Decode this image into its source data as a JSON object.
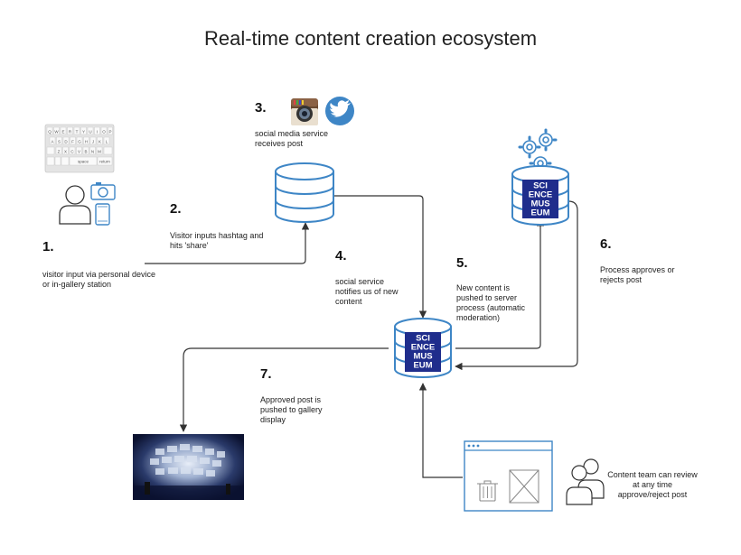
{
  "title": "Real-time content creation ecosystem",
  "steps": {
    "s1": {
      "num": "1.",
      "text": "visitor input via personal device or in-gallery station"
    },
    "s2": {
      "num": "2.",
      "text": "Visitor inputs hashtag and hits 'share'"
    },
    "s3": {
      "num": "3.",
      "text": "social media service receives post"
    },
    "s4": {
      "num": "4.",
      "text": "social service notifies us of new content"
    },
    "s5": {
      "num": "5.",
      "text": "New content is pushed to server process (automatic moderation)"
    },
    "s6": {
      "num": "6.",
      "text": "Process approves or rejects post"
    },
    "s7": {
      "num": "7.",
      "text": "Approved post is pushed to gallery display"
    }
  },
  "content_team": {
    "text": "Content team can review at any time approve/reject post"
  },
  "logo": {
    "lines": [
      "SCI",
      "ENCE",
      "MUS",
      "EUM"
    ]
  },
  "keyboard": {
    "space_label": "space",
    "return_label": "return",
    "row1": "QWERTYUIOP",
    "row2": "ASDFGHJKL",
    "row3": "ZXCVBNM"
  },
  "colors": {
    "accent": "#3e86c6",
    "logo_bg": "#1f2d8c",
    "arrow": "#333333"
  }
}
